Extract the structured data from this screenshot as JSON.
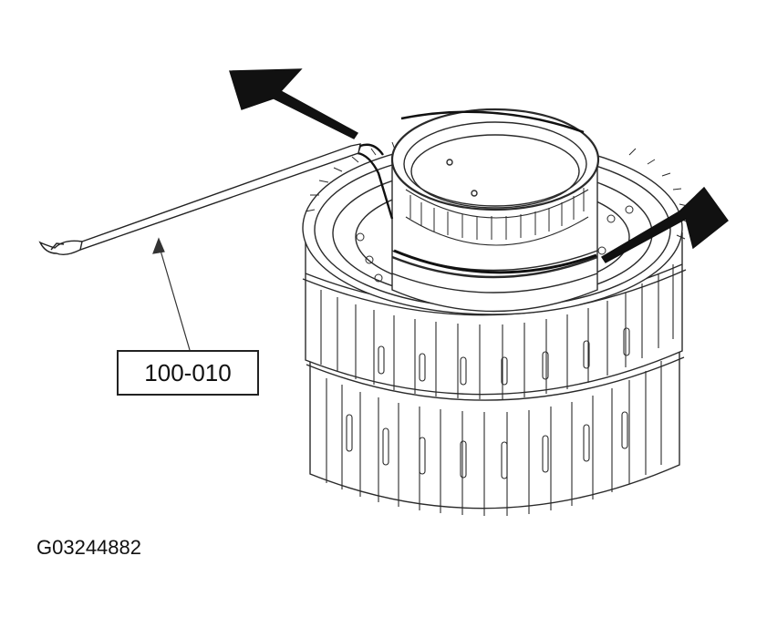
{
  "diagram": {
    "tool_label": "100-010",
    "figure_id": "G03244882",
    "colors": {
      "line": "#2a2a2a",
      "fill": "#ffffff",
      "arrow": "#111111"
    },
    "parts": [
      "hook-tool",
      "snap-ring",
      "clutch-drum",
      "splined-hub",
      "pointer-arrow-upper",
      "pointer-arrow-right"
    ]
  }
}
